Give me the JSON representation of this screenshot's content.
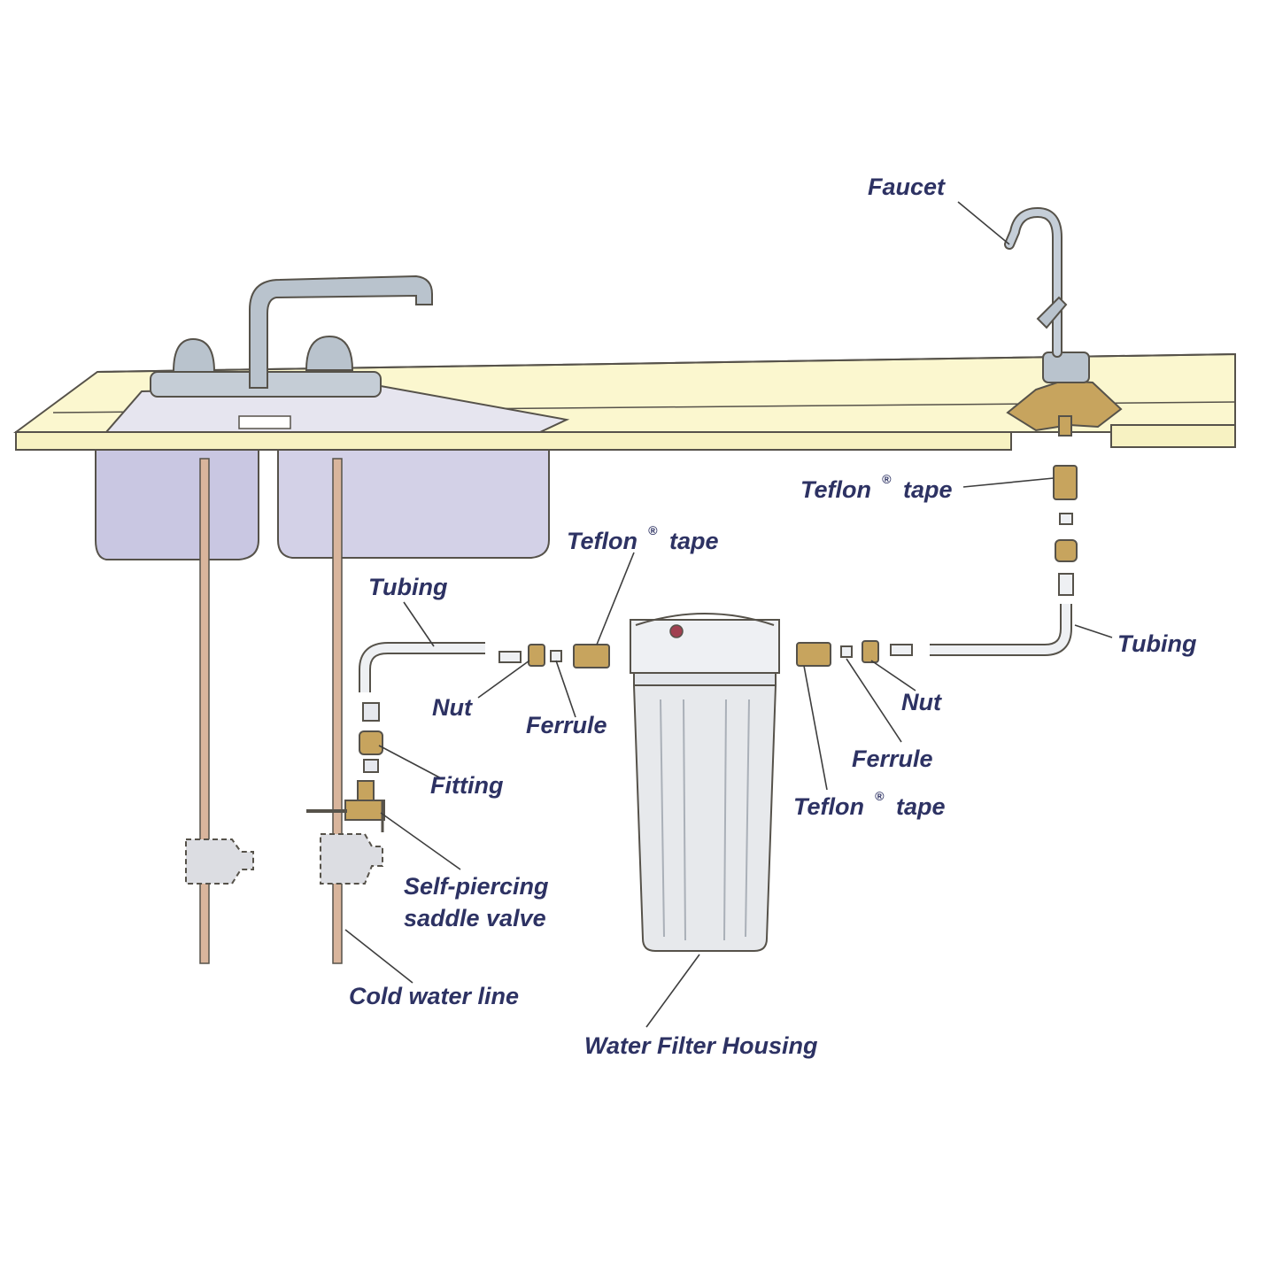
{
  "colors": {
    "counter_top": "#fbf7cf",
    "counter_edge": "#56524a",
    "sink_basin": "#c9c7e2",
    "chrome": "#b9c3cd",
    "brass": "#c7a45e",
    "copper": "#c89a7a",
    "label_text": "#2d3263",
    "leader_line": "#3e3e3e",
    "housing": "#e7e9ec"
  },
  "labels": {
    "faucet": "Faucet",
    "teflon_tape": "Teflon",
    "registered_mark": "®",
    "tape_word": "tape",
    "tubing": "Tubing",
    "nut": "Nut",
    "ferrule": "Ferrule",
    "fitting": "Fitting",
    "saddle_valve_line1": "Self-piercing",
    "saddle_valve_line2": "saddle valve",
    "cold_water_line": "Cold water line",
    "water_filter_housing": "Water Filter Housing"
  }
}
